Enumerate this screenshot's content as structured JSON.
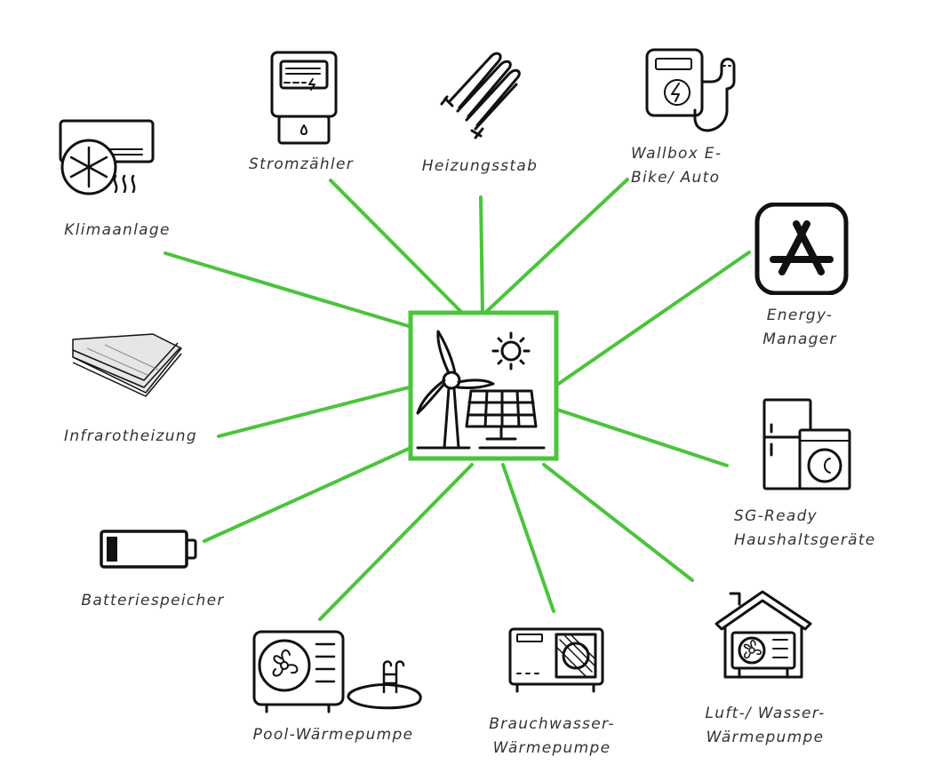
{
  "colors": {
    "connector": "#4bc43b",
    "icon_stroke": "#111111",
    "label_text": "#333333"
  },
  "hub": {
    "icon": "wind-turbine-solar-panel-icon"
  },
  "nodes": {
    "stromzaehler": {
      "label": "Stromzähler",
      "icon": "electricity-meter-icon"
    },
    "heizungsstab": {
      "label": "Heizungsstab",
      "icon": "heating-rod-icon"
    },
    "wallbox": {
      "line1": "Wallbox E-",
      "line2": "Bike/ Auto",
      "icon": "wallbox-charger-icon"
    },
    "klimaanlage": {
      "label": "Klimaanlage",
      "icon": "air-conditioner-icon"
    },
    "energy_manager": {
      "line1": "Energy-",
      "line2": "Manager",
      "icon": "app-store-icon"
    },
    "infrarotheizung": {
      "label": "Infrarotheizung",
      "icon": "infrared-panel-icon"
    },
    "sg_ready": {
      "line1": "SG-Ready",
      "line2": "Haushaltsgeräte",
      "icon": "fridge-washer-icon"
    },
    "batteriespeicher": {
      "label": "Batteriespeicher",
      "icon": "battery-icon"
    },
    "pool_waermepumpe": {
      "label": "Pool-Wärmepumpe",
      "icon": "pool-heat-pump-icon"
    },
    "brauchwasser": {
      "line1": "Brauchwasser-",
      "line2": "Wärmepumpe",
      "icon": "water-heat-pump-icon"
    },
    "luft_wasser": {
      "line1": "Luft-/ Wasser-",
      "line2": "Wärmepumpe",
      "icon": "house-heat-pump-icon"
    }
  }
}
